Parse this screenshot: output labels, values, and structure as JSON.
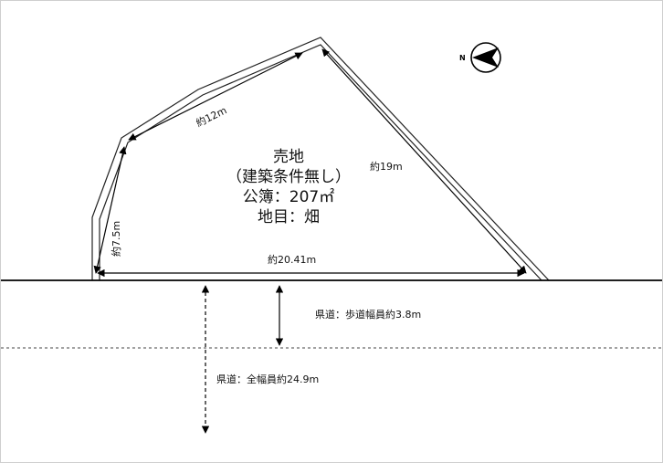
{
  "property": {
    "title": "売地",
    "note": "（建築条件無し）",
    "area": "公簿：207㎡",
    "land_category": "地目：畑"
  },
  "dimensions": {
    "top_edge": "約12m",
    "right_edge": "約19m",
    "left_edge": "約7.5m",
    "frontage": "約20.41m"
  },
  "road": {
    "sidewalk_width": "県道：歩道幅員約3.8m",
    "total_width": "県道：全幅員約24.9m"
  },
  "compass": {
    "north_letter": "N",
    "icon": "north-arrow-icon"
  }
}
